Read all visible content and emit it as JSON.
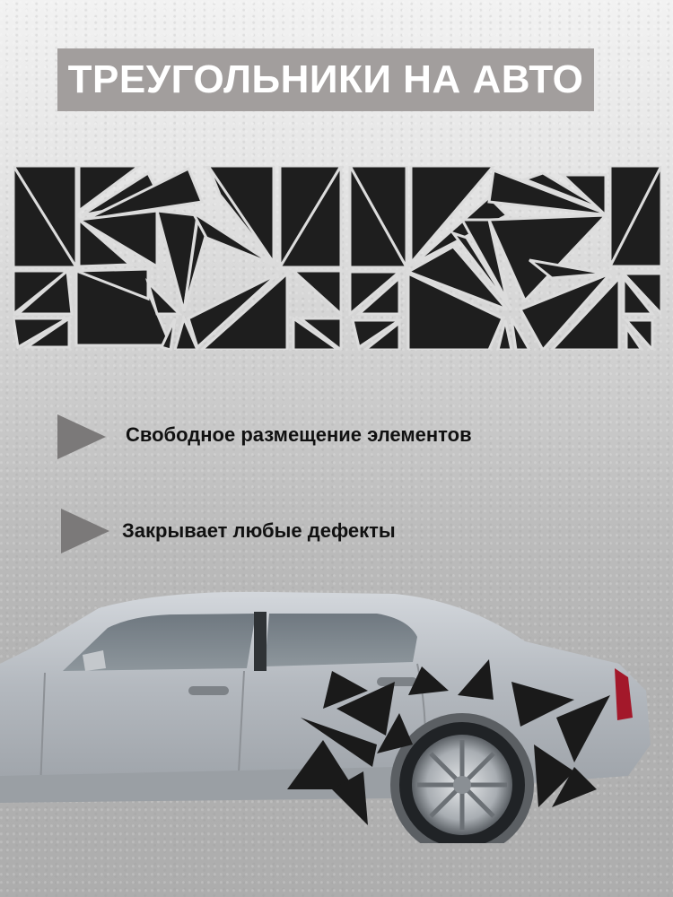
{
  "header": {
    "title": "ТРЕУГОЛЬНИКИ НА АВТО",
    "title_bg_color": "#a29e9d",
    "title_text_color": "#ffffff"
  },
  "features": [
    {
      "icon": "triangle-bullet-icon",
      "label": "Свободное размещение элементов"
    },
    {
      "icon": "triangle-bullet-icon",
      "label": "Закрывает любые дефекты"
    }
  ],
  "images": {
    "pattern": {
      "description": "Black geometric triangles sticker pattern",
      "color": "#1e1e1e"
    },
    "car": {
      "description": "Silver sedan side view with black triangle decals on rear fender",
      "body_color": "#b9bdc3",
      "decal_color": "#1a1a1a"
    }
  },
  "colors": {
    "bullet": "#7b7979",
    "text": "#111111"
  }
}
